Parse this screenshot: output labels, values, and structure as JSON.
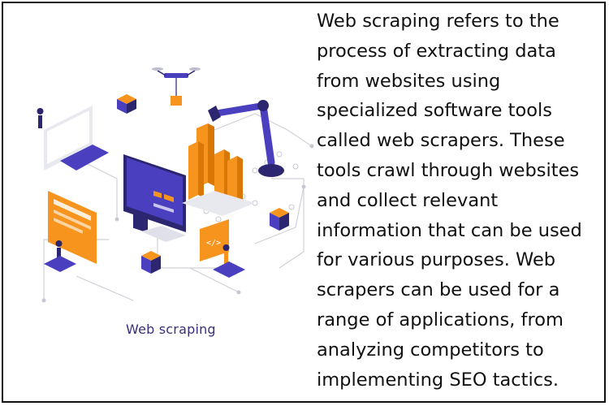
{
  "caption": "Web scraping",
  "description_lines": [
    "Web scraping refers to the",
    "process of extracting data",
    "from websites using",
    "specialized software tools",
    "called web scrapers. These",
    "tools crawl through websites",
    "and collect relevant",
    "information that can be used",
    "for various purposes. Web",
    "scrapers can be used for a",
    "range of applications, from",
    "analyzing competitors to",
    "implementing SEO tactics."
  ],
  "colors": {
    "accent_purple": "#4a3fbf",
    "accent_orange": "#f7941d",
    "caption": "#3a2f7a"
  }
}
